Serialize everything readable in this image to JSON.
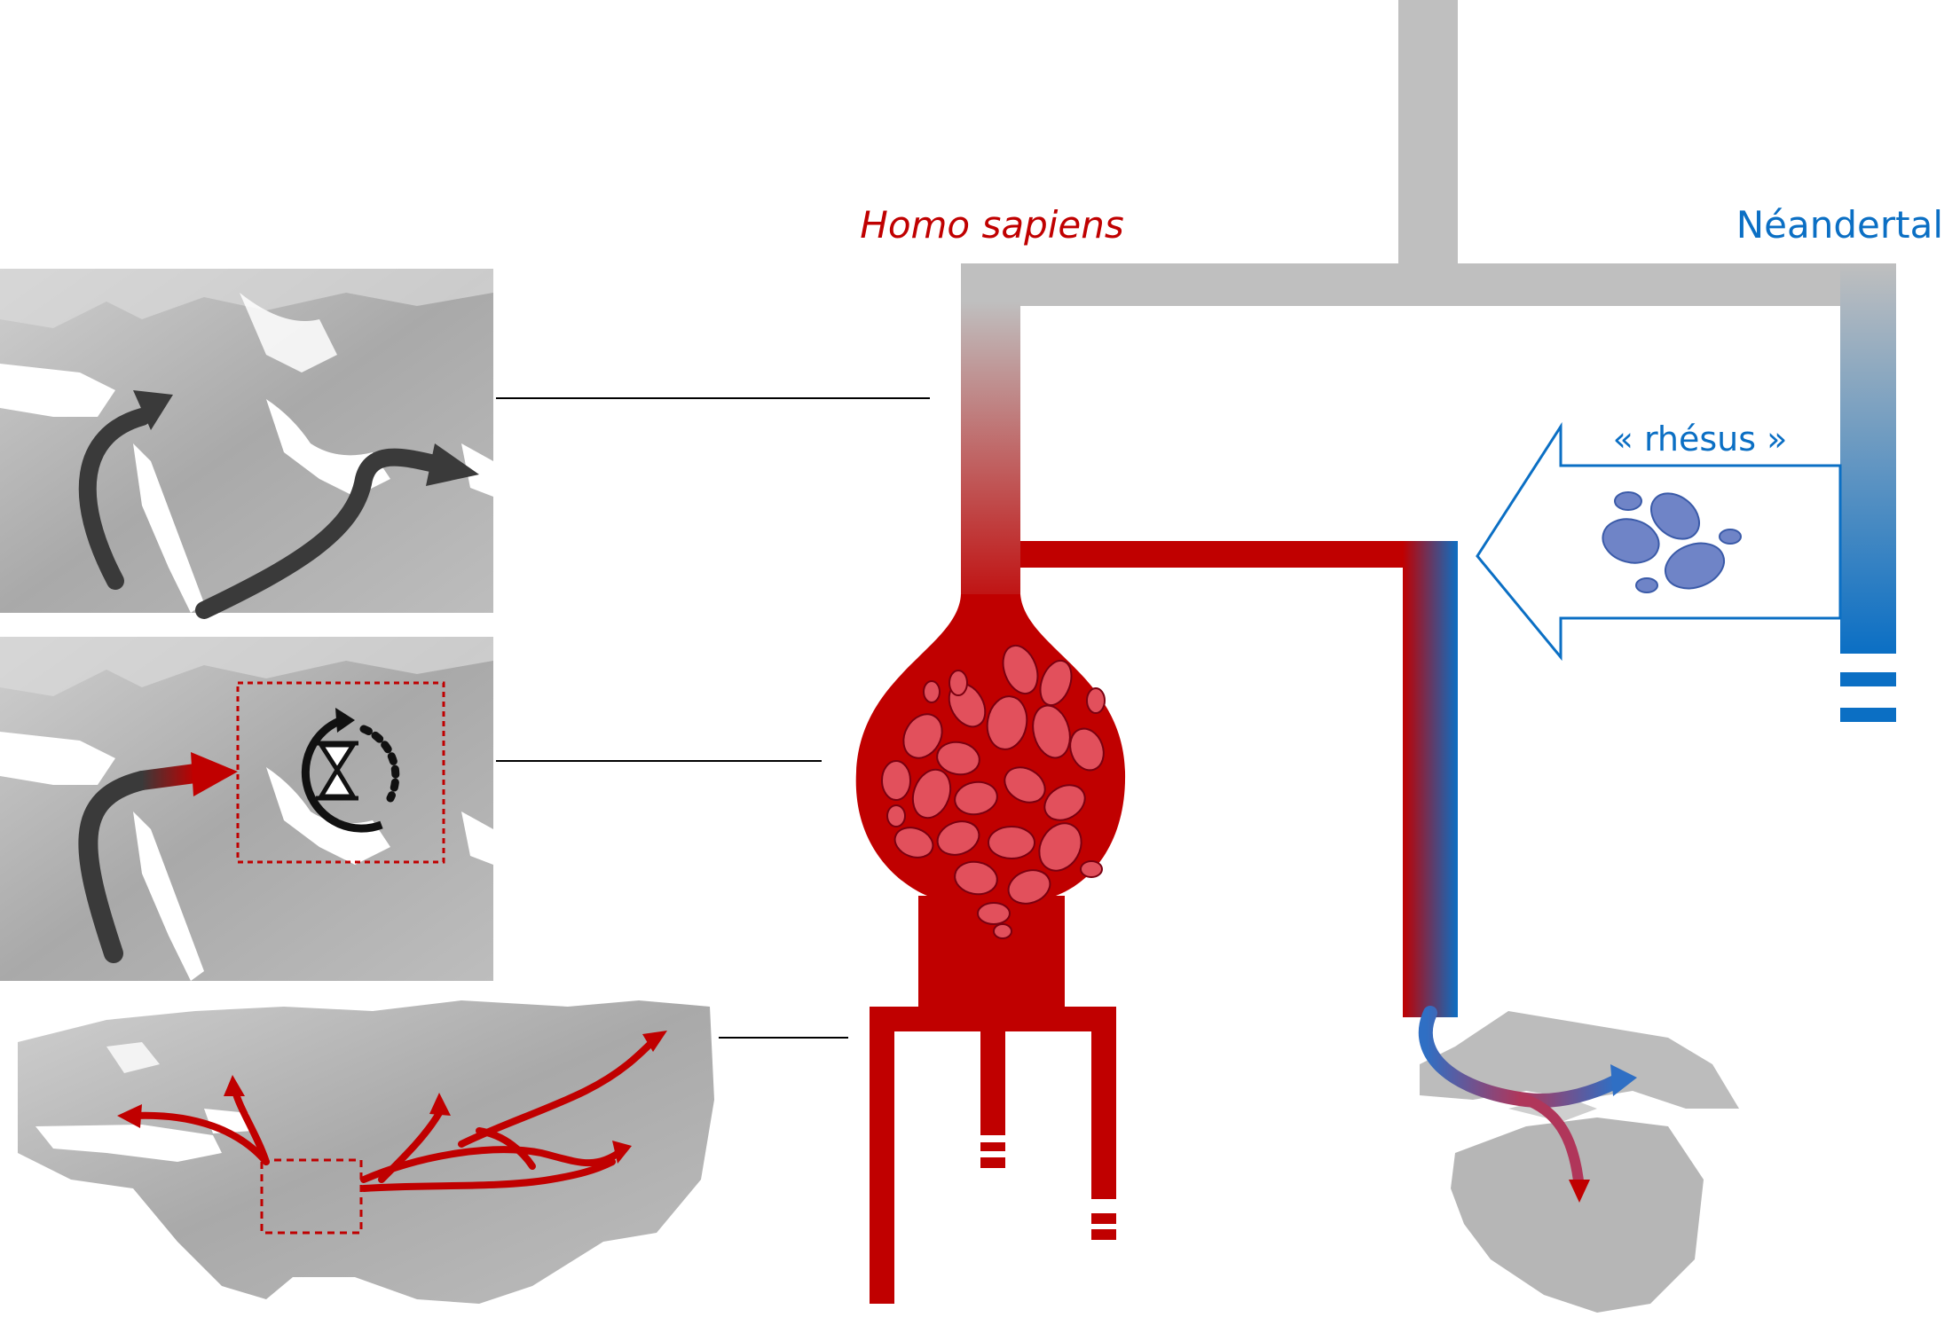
{
  "labels": {
    "homo_sapiens": "Homo sapiens",
    "neandertal": "Néandertal",
    "rhesus": "« rhésus »"
  },
  "colors": {
    "sapiens_red": "#c00000",
    "neandertal_blue": "#0b6fc4",
    "ancestral_gray": "#bfbfbf",
    "cell_fill": "#e2505c",
    "rhesus_cell_fill": "#6f84c7",
    "arrow_dark": "#3a3a3a",
    "map_gray": "#b3b3b3"
  },
  "icons": {
    "timer": "hourglass-cycle-icon",
    "red_cells": "red-blood-cells-icon",
    "rhesus_cells": "rhesus-blood-cells-icon"
  }
}
